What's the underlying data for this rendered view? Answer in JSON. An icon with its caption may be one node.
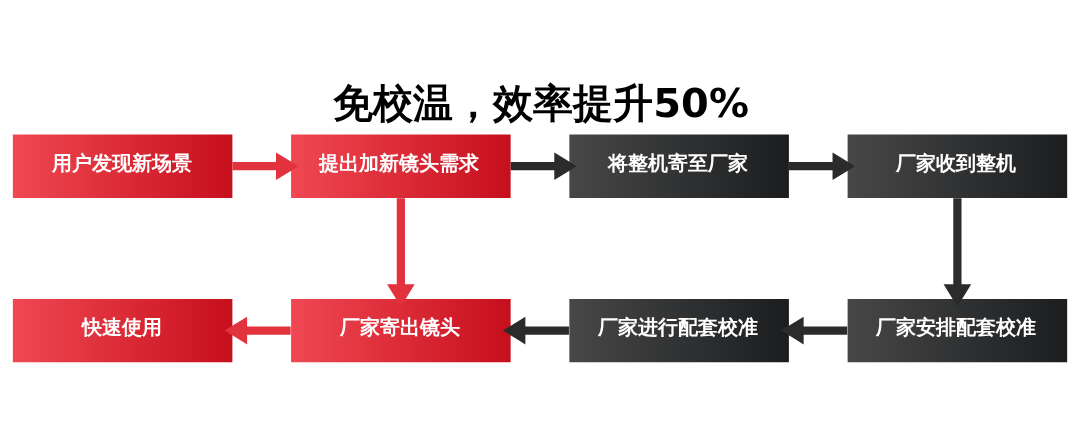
{
  "diagram": {
    "title": "免校温，效率提升50%",
    "nodes": [
      {
        "text": [
          "用户发现新场景"
        ]
      },
      {
        "text": [
          "提出加新镜头需求"
        ]
      },
      {
        "text": [
          "将整机寄至厂家"
        ]
      },
      {
        "text": [
          "厂家收到整机"
        ]
      },
      {
        "text": [
          "快速使用"
        ]
      },
      {
        "text": [
          "厂家寄出镜头"
        ]
      },
      {
        "text": [
          "厂家进行配套校准"
        ]
      },
      {
        "text": [
          "厂家安排配套校准"
        ]
      }
    ],
    "edges": [
      {
        "from": 0,
        "to": 1,
        "arrow": "to",
        "color": "#e2323d"
      },
      {
        "from": 1,
        "to": 2,
        "arrow": "to"
      },
      {
        "from": 2,
        "to": 3,
        "arrow": "to"
      },
      {
        "from": 1,
        "to": 5,
        "arrow": "to",
        "color": "#e2323d"
      },
      {
        "from": 3,
        "to": 7,
        "arrow": "to"
      },
      {
        "from": 7,
        "to": 6,
        "arrow": "to"
      },
      {
        "from": 6,
        "to": 5,
        "arrow": "to"
      },
      {
        "from": 5,
        "to": 4,
        "arrow": "to",
        "color": "#e2323d"
      }
    ]
  }
}
